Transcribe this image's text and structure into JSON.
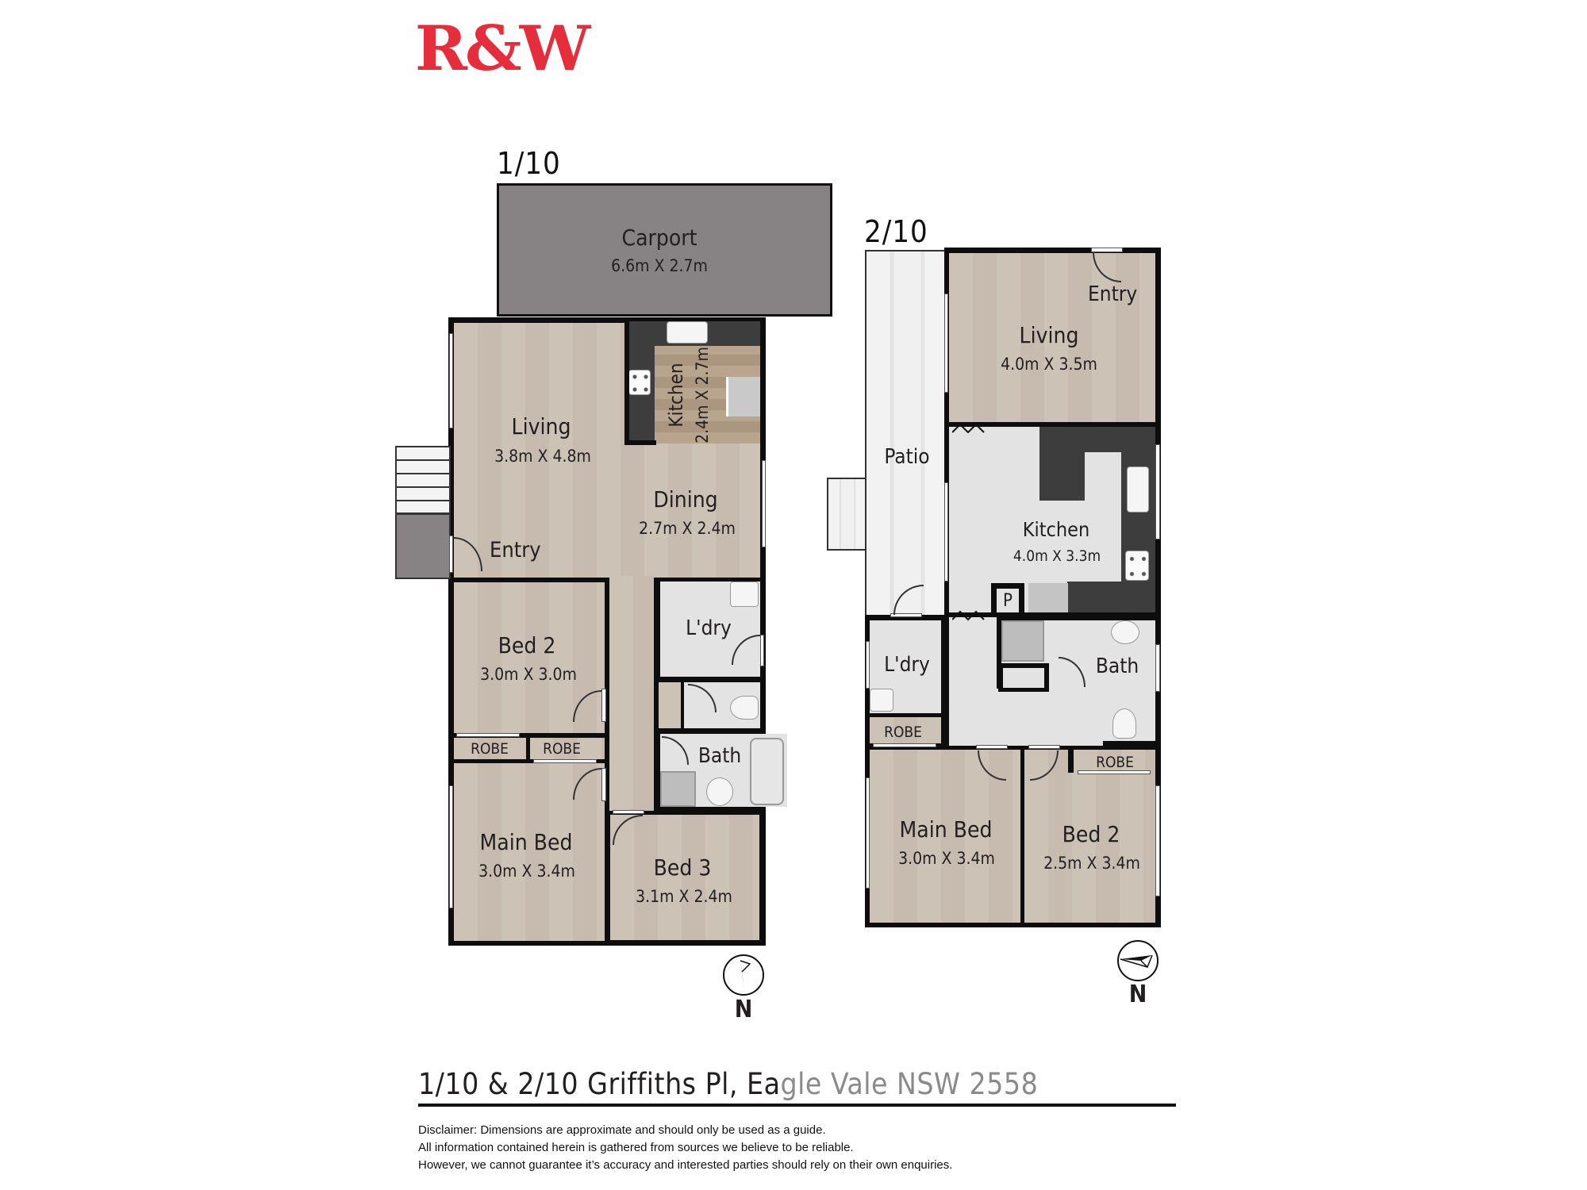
{
  "brand": {
    "logo_text": "R&W",
    "logo_color": "#e52d3b"
  },
  "units": [
    {
      "label": "1/10",
      "rooms": {
        "carport": {
          "name": "Carport",
          "dims": "6.6m X 2.7m"
        },
        "kitchen": {
          "name": "Kitchen",
          "dims": "2.4m X 2.7m"
        },
        "living": {
          "name": "Living",
          "dims": "3.8m X 4.8m"
        },
        "dining": {
          "name": "Dining",
          "dims": "2.7m X 2.4m"
        },
        "entry": {
          "name": "Entry"
        },
        "bed2": {
          "name": "Bed 2",
          "dims": "3.0m X 3.0m"
        },
        "laundry": {
          "name": "L'dry"
        },
        "robe1": {
          "name": "ROBE"
        },
        "robe2": {
          "name": "ROBE"
        },
        "bath": {
          "name": "Bath"
        },
        "main_bed": {
          "name": "Main Bed",
          "dims": "3.0m X 3.4m"
        },
        "bed3": {
          "name": "Bed 3",
          "dims": "3.1m X 2.4m"
        }
      },
      "compass_label": "N"
    },
    {
      "label": "2/10",
      "rooms": {
        "patio": {
          "name": "Patio"
        },
        "entry": {
          "name": "Entry"
        },
        "living": {
          "name": "Living",
          "dims": "4.0m X 3.5m"
        },
        "kitchen": {
          "name": "Kitchen",
          "dims": "4.0m X 3.3m"
        },
        "pantry": {
          "name": "P"
        },
        "laundry": {
          "name": "L'dry"
        },
        "bath": {
          "name": "Bath"
        },
        "robe1": {
          "name": "ROBE"
        },
        "robe2": {
          "name": "ROBE"
        },
        "main_bed": {
          "name": "Main Bed",
          "dims": "3.0m X 3.4m"
        },
        "bed2": {
          "name": "Bed 2",
          "dims": "2.5m X 3.4m"
        }
      },
      "compass_label": "N"
    }
  ],
  "footer": {
    "address_dark": "1/10 & 2/10 Griffiths Pl, Ea",
    "address_faded": "gle Vale NSW 2558",
    "disclaimer": [
      "Disclaimer: Dimensions are approximate and should only be used as a guide.",
      "All information contained herein is gathered from sources we believe to be reliable.",
      "However, we cannot guarantee it’s accuracy and interested parties should rely on their own enquiries."
    ]
  },
  "colors": {
    "floor": "#cbbfb3",
    "wall": "#0d0d0d",
    "carport": "#878284",
    "kitchen_bench": "#3d3d3d",
    "wet_area": "#e3e3e3"
  }
}
